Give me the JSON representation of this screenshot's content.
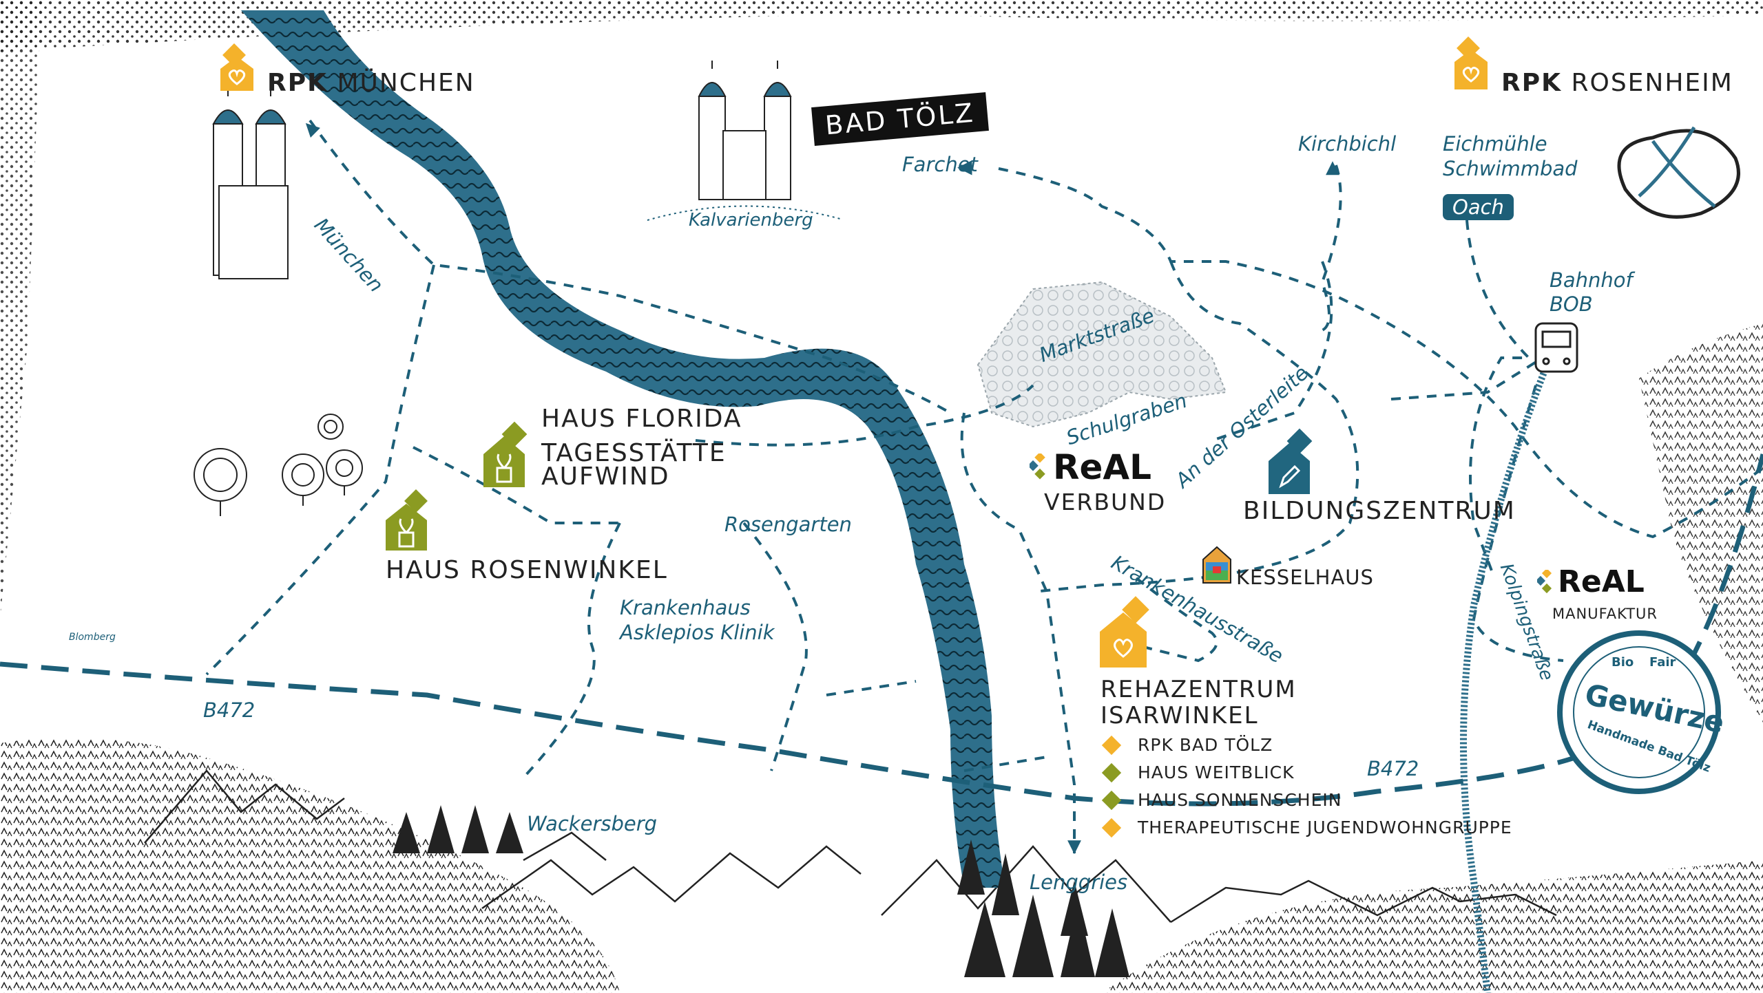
{
  "colors": {
    "river": "#2e6f8b",
    "road": "#1d5f78",
    "yellow": "#f4b22b",
    "green": "#8b9b22",
    "teal": "#21667f",
    "ink": "#222222"
  },
  "places": {
    "rpk_muenchen": {
      "prefix": "RPK",
      "name": "MÜNCHEN"
    },
    "rpk_rosenheim": {
      "prefix": "RPK",
      "name": "ROSENHEIM"
    },
    "bad_toelz": "BAD TÖLZ",
    "farchet": "Farchet",
    "kalvarienberg": "Kalvarienberg",
    "kirchbichl": "Kirchbichl",
    "eichmuehle_1": "Eichmühle",
    "eichmuehle_2": "Schwimmbad",
    "oach": "Oach",
    "bahnhof_1": "Bahnhof",
    "bahnhof_2": "BOB",
    "muenchen_road": "München",
    "marktstrasse": "Marktstraße",
    "schulgraben": "Schulgraben",
    "an_der_osterleite": "An der Osterleite",
    "haus_florida": "HAUS FLORIDA",
    "tagesstaette_1": "TAGESSTÄTTE",
    "tagesstaette_2": "AUFWIND",
    "real_verbund_logo": "ReAL",
    "real_verbund_sub": "VERBUND",
    "bildungszentrum": "BILDUNGSZENTRUM",
    "rosengarten": "Rosengarten",
    "haus_rosenwinkel": "HAUS ROSENWINKEL",
    "krankenhaus_1": "Krankenhaus",
    "krankenhaus_2": "Asklepios Klinik",
    "krankenhausstrasse": "Krankenhausstraße",
    "kesselhaus": "KESSELHAUS",
    "real_manufaktur_logo": "ReAL",
    "real_manufaktur_sub": "MANUFAKTUR",
    "kolpingstrasse": "Kolpingstraße",
    "blomberg": "Blomberg",
    "b472_left": "B472",
    "b472_right": "B472",
    "rehazentrum_1": "REHAZENTRUM",
    "rehazentrum_2": "ISARWINKEL",
    "wackersberg": "Wackersberg",
    "lenggries": "Lenggries"
  },
  "legend": [
    {
      "label": "RPK BAD TÖLZ",
      "color": "#f4b22b"
    },
    {
      "label": "HAUS WEITBLICK",
      "color": "#8b9b22"
    },
    {
      "label": "HAUS SONNENSCHEIN",
      "color": "#8b9b22"
    },
    {
      "label": "THERAPEUTISCHE JUGENDWOHNGRUPPE",
      "color": "#f4b22b"
    }
  ],
  "stamp": {
    "top_left": "Bio",
    "top_right": "Fair",
    "main": "Gewürze",
    "bottom": "Handmade Bad Tölz"
  },
  "icons": {
    "rpk": "house-heart-icon",
    "haus": "house-plant-icon",
    "bildung": "house-pencil-icon",
    "kesselhaus": "colorful-house-icon",
    "train": "train-icon",
    "church": "church-icon",
    "cathedral": "frauenkirche-icon",
    "pretzel": "pretzel-icon",
    "trees": "tree-icon",
    "firs": "fir-tree-icon",
    "mountains": "mountain-icon"
  }
}
